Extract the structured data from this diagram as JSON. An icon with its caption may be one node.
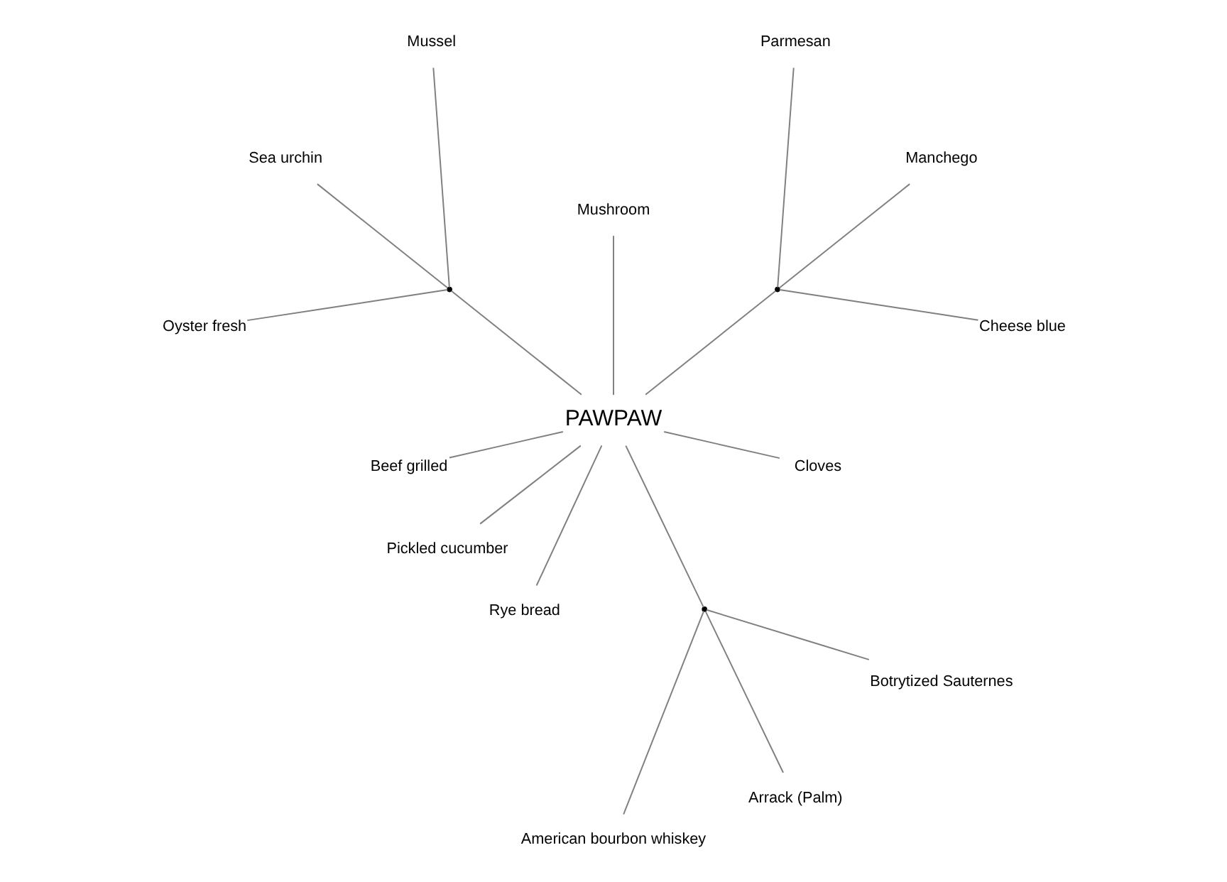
{
  "diagram": {
    "nodes": [
      {
        "text": [
          "PAWPAW"
        ]
      },
      {
        "text": [],
        "shape": "point"
      },
      {
        "text": [
          "Cheese blue"
        ]
      },
      {
        "text": [
          "Manchego"
        ]
      },
      {
        "text": [
          "Parmesan"
        ]
      },
      {
        "text": [
          "Mushroom"
        ]
      },
      {
        "text": [],
        "shape": "point"
      },
      {
        "text": [
          "Mussel"
        ]
      },
      {
        "text": [
          "Sea urchin"
        ]
      },
      {
        "text": [
          "Oyster fresh"
        ]
      },
      {
        "text": [
          "Beef grilled"
        ]
      },
      {
        "text": [
          "Pickled cucumber"
        ]
      },
      {
        "text": [
          "Rye bread"
        ]
      },
      {
        "text": [],
        "shape": "point"
      },
      {
        "text": [
          "American bourbon whiskey"
        ]
      },
      {
        "text": [
          "Arrack (Palm)"
        ]
      },
      {
        "text": [
          "Botrytized Sauternes"
        ]
      },
      {
        "text": [
          "Cloves"
        ]
      }
    ],
    "edges": [
      {
        "from": 0,
        "to": 1,
        "arrow": "none"
      },
      {
        "from": 1,
        "to": 2,
        "arrow": "none"
      },
      {
        "from": 1,
        "to": 3,
        "arrow": "none"
      },
      {
        "from": 1,
        "to": 4,
        "arrow": "none"
      },
      {
        "from": 0,
        "to": 5,
        "arrow": "none"
      },
      {
        "from": 0,
        "to": 6,
        "arrow": "none"
      },
      {
        "from": 6,
        "to": 7,
        "arrow": "none"
      },
      {
        "from": 6,
        "to": 8,
        "arrow": "none"
      },
      {
        "from": 6,
        "to": 9,
        "arrow": "none"
      },
      {
        "from": 0,
        "to": 10,
        "arrow": "none"
      },
      {
        "from": 0,
        "to": 11,
        "arrow": "none"
      },
      {
        "from": 0,
        "to": 12,
        "arrow": "none"
      },
      {
        "from": 0,
        "to": 13,
        "arrow": "none"
      },
      {
        "from": 13,
        "to": 14,
        "arrow": "none"
      },
      {
        "from": 13,
        "to": 15,
        "arrow": "none"
      },
      {
        "from": 13,
        "to": 16,
        "arrow": "none"
      },
      {
        "from": 0,
        "to": 17,
        "arrow": "none"
      }
    ]
  }
}
